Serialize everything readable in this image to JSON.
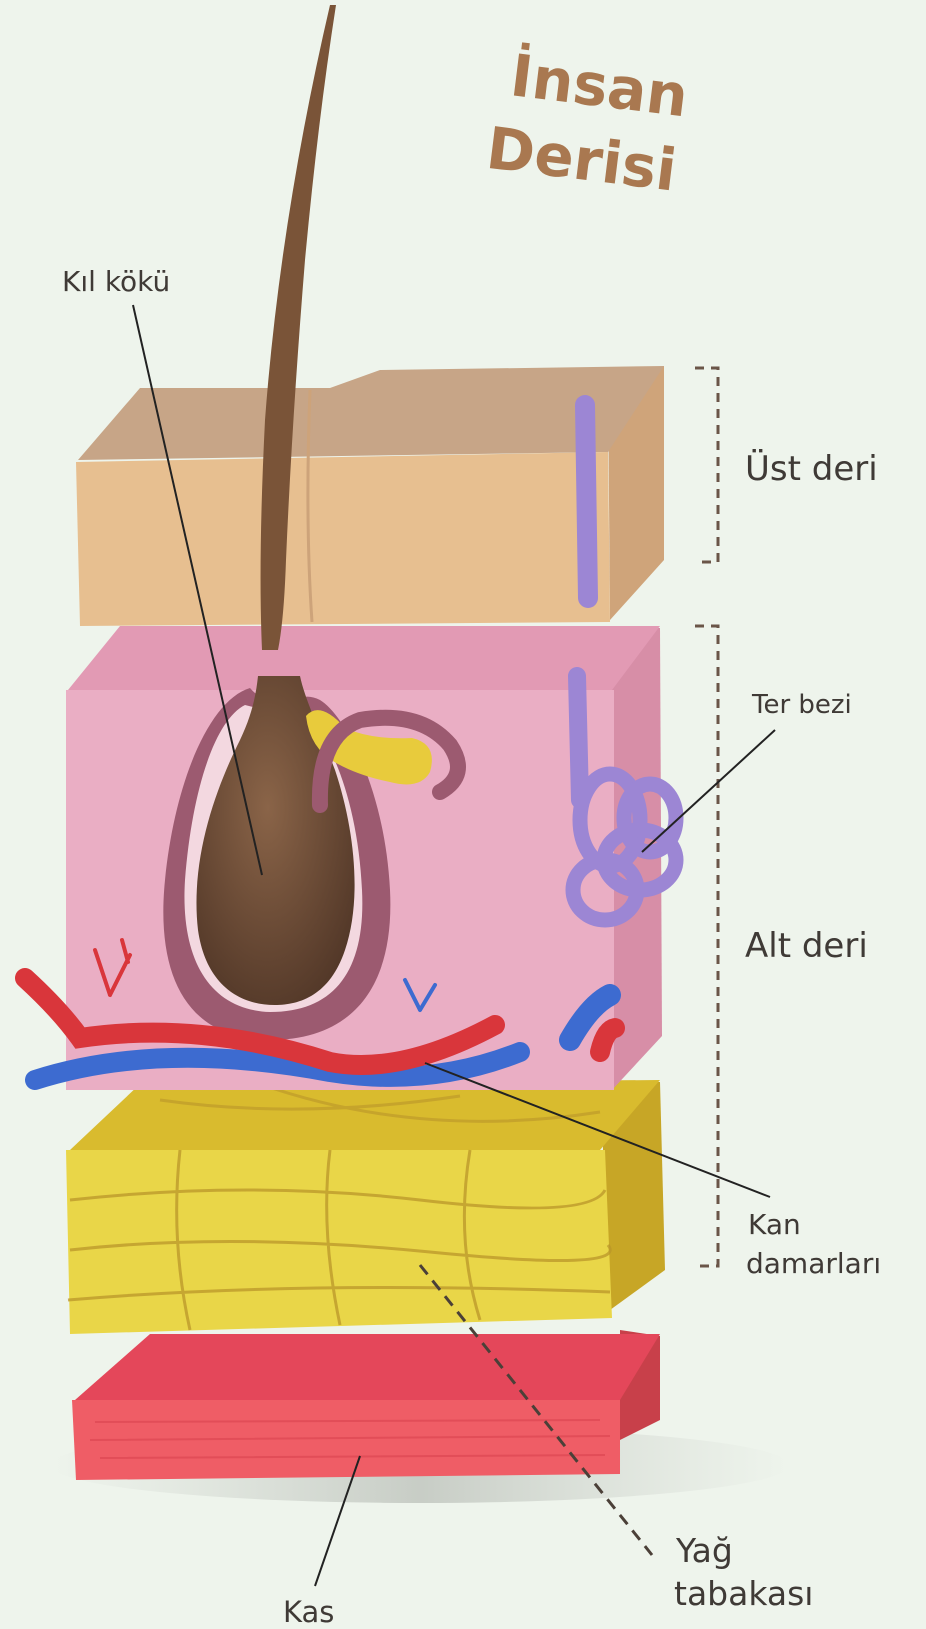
{
  "title": {
    "line1": "İnsan",
    "line2": "Derisi"
  },
  "labels": {
    "hair_root": "Kıl kökü",
    "epidermis": "Üst deri",
    "sweat_gland": "Ter bezi",
    "dermis": "Alt deri",
    "blood_vessels_line1": "Kan",
    "blood_vessels_line2": "damarları",
    "fat_layer_line1": "Yağ",
    "fat_layer_line2": "tabakası",
    "muscle": "Kas"
  },
  "colors": {
    "background": "#eef4ec",
    "title": "#a97850",
    "label_text": "#3f3a36",
    "epidermis": "#e2bb8c",
    "dermis": "#e9a6c0",
    "fat": "#e0c63a",
    "muscle": "#ec5a63",
    "hair": "#6e4b32",
    "sweat_gland": "#9c86d4",
    "artery": "#d9363b",
    "vein": "#3d6bd0",
    "sebaceous_gland": "#e8cb3c"
  }
}
